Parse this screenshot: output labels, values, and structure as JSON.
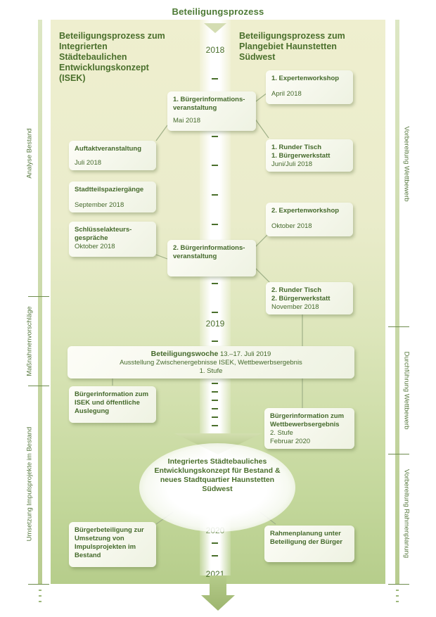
{
  "title": "Beteiligungsprozess",
  "left_column_title": "Beteiligungsprozess zum Integrierten Städtebaulichen Entwicklungskonzept (ISEK)",
  "right_column_title": "Beteiligungsprozess zum Plangebiet Haunstetten Südwest",
  "years": [
    "2018",
    "2019",
    "2020",
    "2021"
  ],
  "left_side_labels": [
    "Analyse Bestand",
    "Maßnahmenvorschläge",
    "Umsetzung Impulsprojekte im Bestand"
  ],
  "right_side_labels": [
    "Vorbereitung Wettbewerb",
    "Durchführung Wettbewerb",
    "Vorbereitung Rahmenplanung"
  ],
  "center_boxes": [
    {
      "title": "1. Bürgerinformations-veranstaltung",
      "date": "Mai 2018"
    },
    {
      "title": "2. Bürgerinformations-veranstaltung",
      "date": ""
    }
  ],
  "left_boxes": [
    {
      "title": "Auftaktveranstaltung",
      "date": "Juli 2018"
    },
    {
      "title": "Stadtteilspaziergänge",
      "date": "September 2018"
    },
    {
      "title": "Schlüsselakteurs-gespräche",
      "date": "Oktober 2018"
    },
    {
      "title": "Bürgerinformation zum ISEK und öffentliche Auslegung",
      "date": ""
    },
    {
      "title": "Bürgerbeteiligung zur Umsetzung von Impulsprojekten im Bestand",
      "date": ""
    }
  ],
  "right_boxes": [
    {
      "title": "1. Expertenworkshop",
      "date": "April 2018"
    },
    {
      "title": "1. Runder Tisch",
      "title2": "1. Bürgerwerkstatt",
      "date": "Juni/Juli 2018"
    },
    {
      "title": "2. Expertenworkshop",
      "date": "Oktober 2018"
    },
    {
      "title": "2. Runder Tisch",
      "title2": "2. Bürgerwerkstatt",
      "date": "November 2018"
    },
    {
      "title": "Bürgerinformation zum Wettbewerbsergebnis",
      "title2": "2. Stufe",
      "date": "Februar 2020"
    },
    {
      "title": "Rahmenplanung unter Beteiligung der Bürger",
      "date": ""
    }
  ],
  "week_box": {
    "title": "Beteiligungswoche",
    "dates": "13.–17. Juli 2019",
    "line2": "Ausstellung Zwischenergebnisse ISEK, Wettbewerbsergebnis",
    "line3": "1. Stufe"
  },
  "center_result": "Integriertes Städtebauliches Entwicklungskonzept für Bestand & neues Stadtquartier Haunstetten Südwest",
  "colors": {
    "accent": "#4a6f2c",
    "panel_top": "#efefcf",
    "panel_bottom": "#b6cd8b"
  }
}
